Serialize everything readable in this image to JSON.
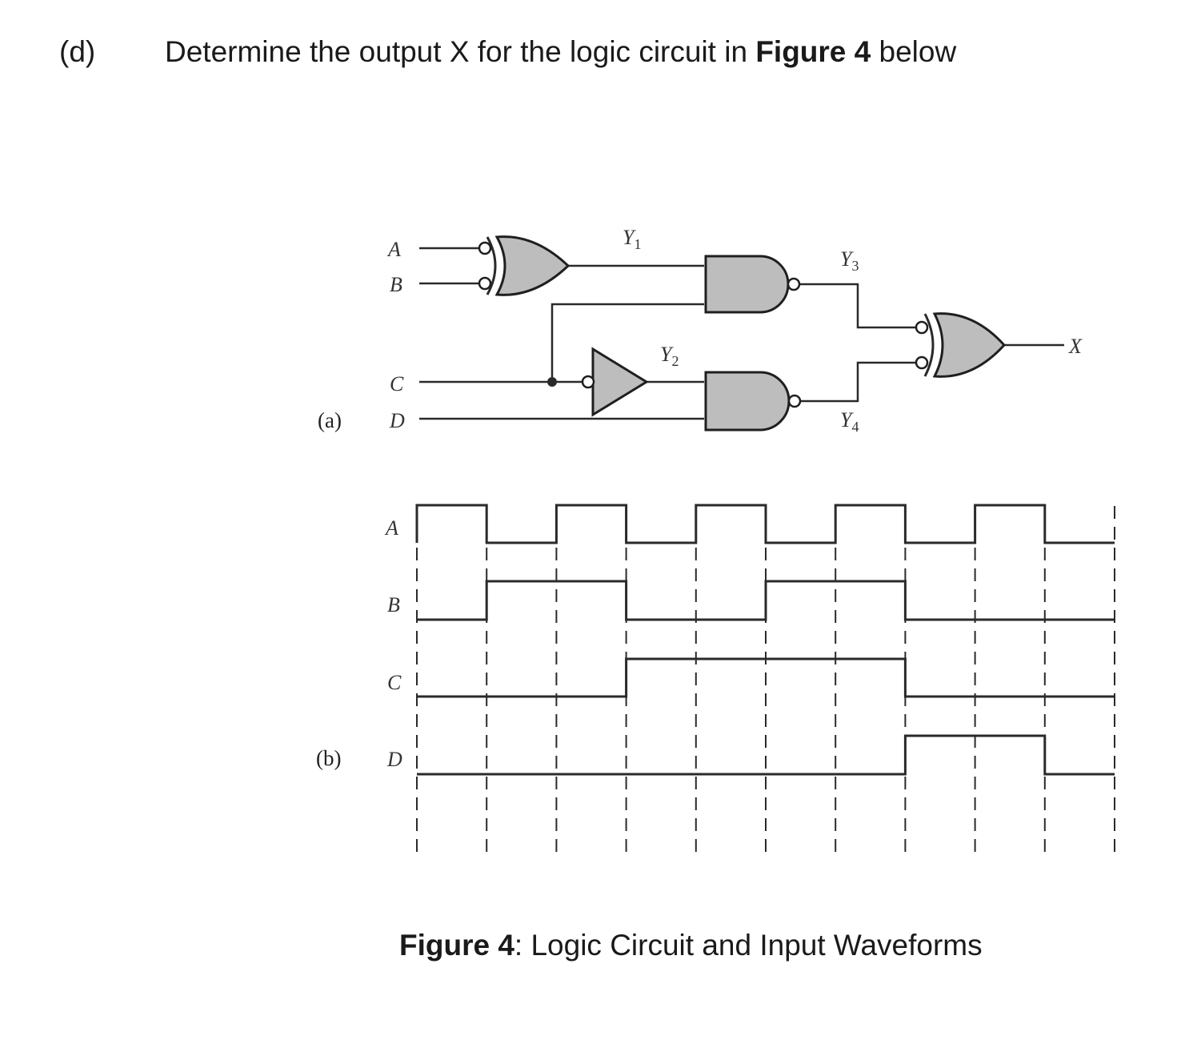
{
  "question": {
    "number": "(d)",
    "text_before": "Determine the output X for the logic circuit in ",
    "text_bold": "Figure 4",
    "text_after": " below"
  },
  "circuit": {
    "part_label": "(a)",
    "inputs": [
      "A",
      "B",
      "C",
      "D"
    ],
    "output": "X",
    "signals": {
      "y1": {
        "main": "Y",
        "sub": "1"
      },
      "y2": {
        "main": "Y",
        "sub": "2"
      },
      "y3": {
        "main": "Y",
        "sub": "3"
      },
      "y4": {
        "main": "Y",
        "sub": "4"
      }
    },
    "gates": [
      {
        "id": "g1",
        "type": "XOR",
        "inputs_inverted": true,
        "inputs": [
          "A",
          "B"
        ],
        "output": "Y1"
      },
      {
        "id": "g2",
        "type": "BUFFER",
        "input_inverted": true,
        "inputs": [
          "C"
        ],
        "output": "Y2"
      },
      {
        "id": "g3",
        "type": "NAND",
        "inputs": [
          "Y1",
          "C"
        ],
        "output": "Y3"
      },
      {
        "id": "g4",
        "type": "NAND",
        "inputs": [
          "Y2",
          "D"
        ],
        "output": "Y4"
      },
      {
        "id": "g5",
        "type": "XOR",
        "inputs_inverted": true,
        "inputs": [
          "Y3",
          "Y4"
        ],
        "output": "X"
      }
    ]
  },
  "waveforms": {
    "part_label": "(b)",
    "interval_count": 10,
    "signals": [
      {
        "name": "A",
        "levels": [
          1,
          0,
          1,
          0,
          1,
          0,
          1,
          0,
          1,
          0
        ]
      },
      {
        "name": "B",
        "levels": [
          0,
          1,
          1,
          0,
          0,
          1,
          1,
          0,
          0,
          0
        ]
      },
      {
        "name": "C",
        "levels": [
          0,
          0,
          0,
          1,
          1,
          1,
          1,
          0,
          0,
          0
        ]
      },
      {
        "name": "D",
        "levels": [
          0,
          0,
          0,
          0,
          0,
          0,
          0,
          1,
          1,
          0
        ]
      }
    ]
  },
  "caption": {
    "bold": "Figure 4",
    "text": ": Logic Circuit and Input Waveforms"
  }
}
